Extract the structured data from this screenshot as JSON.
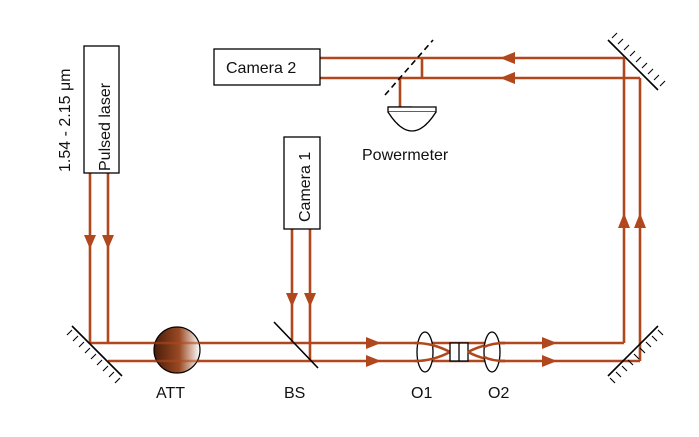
{
  "wavelength_label": "1.54 - 2.15 μm",
  "components": {
    "laser": "Pulsed laser",
    "camera1": "Camera 1",
    "camera2": "Camera 2",
    "powermeter": "Powermeter",
    "attenuator": "ATT",
    "beam_splitter": "BS",
    "objective1": "O1",
    "objective2": "O2"
  },
  "colors": {
    "beam": "#b1471c",
    "attenuator_dark": "#4a1c0a",
    "attenuator_light": "#ffffff"
  }
}
